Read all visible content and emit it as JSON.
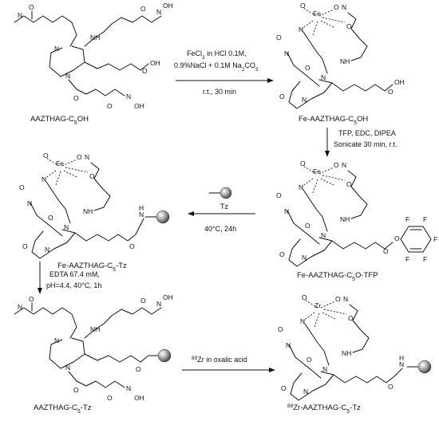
{
  "labels": {
    "s1": "AAZTHAG-C",
    "s1_sub": "5",
    "s1_tail": "OH",
    "s2": "Fe-AAZTHAG-C",
    "s2_sub": "5",
    "s2_tail": "OH",
    "s3": "Fe-AAZTHAG-C",
    "s3_sub": "5",
    "s3_tail": "O-TFP",
    "s4": "Fe-AAZTHAG-C",
    "s4_sub": "5",
    "s4_tail": "-Tz",
    "s5": "AAZTHAG-C",
    "s5_sub": "5",
    "s5_tail": "-Tz",
    "s6_sup": "89",
    "s6": "Zr-AAZTHAG-C",
    "s6_sub": "5",
    "s6_tail": "-Tz"
  },
  "conditions": {
    "step1_line1": "FeCl",
    "step1_line1_sub": "3",
    "step1_line1_tail": " in HCl 0.1M,",
    "step1_line2": "0.9%NaCl + 0.1M Na",
    "step1_line2_sub": "2",
    "step1_line2_mid": "CO",
    "step1_line2_sub2": "3",
    "step1_line3": "r.t., 30 min",
    "step2_line1": "TFP, EDC, DIPEA",
    "step2_line2": "Sonicate 30 min, r.t.",
    "step3_reagent": "Tz",
    "step3_line2": "40°C, 24h",
    "step4_line1": "EDTA 67.4 mM,",
    "step4_line2": "pH=4.4, 40°C, 1h",
    "step5_sup": "89",
    "step5_line1": "Zr in oxalic acid"
  },
  "atoms": {
    "O": "O",
    "OH": "OH",
    "N": "N",
    "NH": "NH",
    "H": "H",
    "Fe": "Fe",
    "Zr": "Zr",
    "F": "F"
  }
}
